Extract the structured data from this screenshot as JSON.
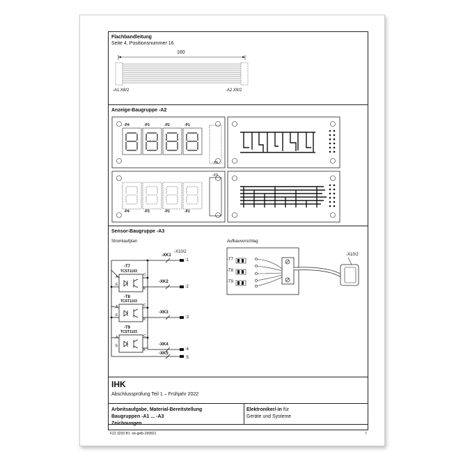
{
  "section1": {
    "title": "Flachbandleitung",
    "subtitle": "Seite 4, Positionsnummer 16",
    "dimension": "160",
    "left_label": "-A1.X8/2",
    "right_label": "-A2.X9/2"
  },
  "section2": {
    "title": "Anzeige-Baugruppe -A2",
    "digit_labels": [
      "-P4",
      "-P3",
      "-P2",
      "-P1"
    ],
    "digit_labels_bottom": [
      "-P4",
      "-P3",
      "-P2",
      "-P1"
    ],
    "connector_label": "-X9",
    "connector_label_bottom": "-X9"
  },
  "section3": {
    "title": "Sensor-Baugruppe -A3",
    "left_heading": "Stromlaufplan",
    "right_heading": "Aufbauvorschlag",
    "connector": "-X10/2",
    "terminals": [
      {
        "name": "-XK1",
        "pin": ":1"
      },
      {
        "name": "-XK2",
        "pin": ":2"
      },
      {
        "name": "-XK3",
        "pin": ":3"
      },
      {
        "name": "-XK4",
        "pin": ":4"
      },
      {
        "name": "-XK5",
        "pin": ":5"
      }
    ],
    "sensors": [
      {
        "name": "-T7",
        "type": "TCST1103"
      },
      {
        "name": "-T8",
        "type": "TCST1103"
      },
      {
        "name": "-T9",
        "type": "TCST1103"
      }
    ],
    "pin_letters": {
      "anode": "A",
      "cathode": "K",
      "emitter": "E",
      "collector": "C"
    },
    "layout_sensors": [
      "-T7",
      "-T8",
      "-T9"
    ],
    "layout_connector": "-X10/2"
  },
  "footer": {
    "org": "IHK",
    "exam": "Abschlussprüfung Teil 1 – Frühjahr 2022",
    "task_line1": "Arbeitsaufgabe, Material-Bereitstellung",
    "task_line2": "Baugruppen -A1 ... -A3",
    "task_line3": "Zeichnungen",
    "profession_bold": "Elektroniker/-in",
    "profession_rest": " für",
    "profession_line2": "Geräte und Systeme",
    "code": "F22 3293 B1 -ok-gelb-290821",
    "page": "7"
  }
}
